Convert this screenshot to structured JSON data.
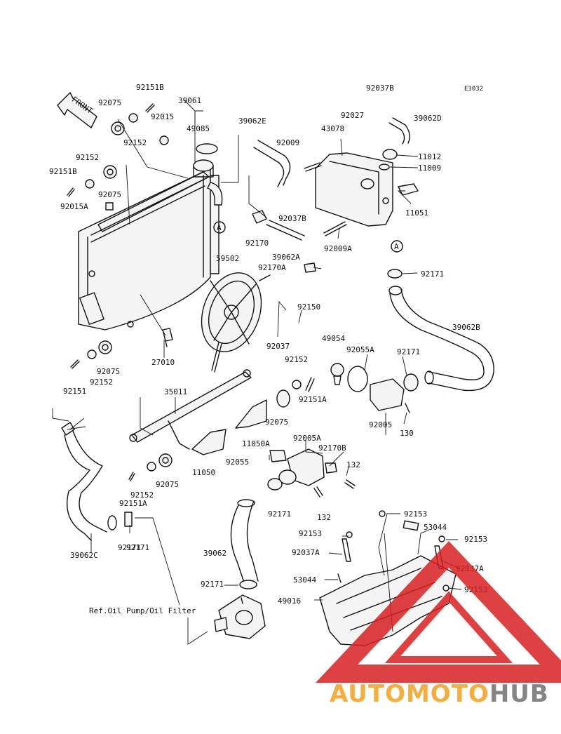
{
  "diagram_code": "E3032",
  "front_arrow_text": "FRONT",
  "reference_note": "Ref.Oil Pump/Oil Filter",
  "ref_markers": [
    "A",
    "A"
  ],
  "watermark": {
    "part1": "AUTOMOTO",
    "part2": "HUB",
    "color_orange": "#f0a020",
    "color_gray": "#707070",
    "triangle_color": "#d82020"
  },
  "part_labels": [
    "92151B",
    "92075",
    "39061",
    "92015",
    "49085",
    "92152",
    "92152",
    "92151B",
    "92075",
    "92015A",
    "92037B",
    "39062E",
    "92009",
    "92037B",
    "92027",
    "39062D",
    "43078",
    "11012",
    "11009",
    "11051",
    "92009A",
    "92170",
    "39062A",
    "92170A",
    "59502",
    "92150",
    "92037",
    "49054",
    "92055A",
    "92171",
    "39062B",
    "92171",
    "27010",
    "92075",
    "92152",
    "92151",
    "92152",
    "92151A",
    "35011",
    "92075",
    "11050A",
    "92005",
    "130",
    "92171",
    "92005A",
    "92170B",
    "92055",
    "132",
    "11050",
    "92075",
    "92152",
    "92151A",
    "92171",
    "132",
    "39062C",
    "92171",
    "39062",
    "92171",
    "92153",
    "92153",
    "53044",
    "92153",
    "92037A",
    "92037A",
    "53044",
    "92153",
    "49016"
  ]
}
